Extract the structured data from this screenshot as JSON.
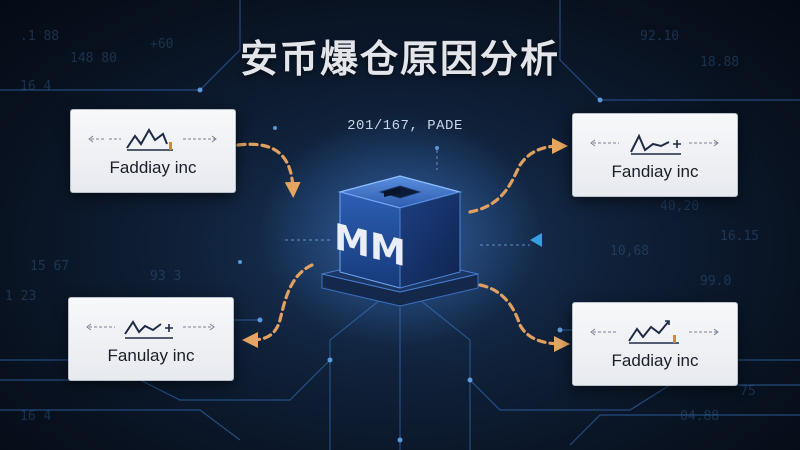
{
  "title": "安币爆仓原因分析",
  "center_caption": "201/167, PADE",
  "cube_logo": "MM",
  "cards": [
    {
      "name": "Faddiay inc",
      "chart_icon": "line-chart-icon"
    },
    {
      "name": "Fandiay inc",
      "chart_icon": "line-chart-icon"
    },
    {
      "name": "Fanulay inc",
      "chart_icon": "line-chart-icon"
    },
    {
      "name": "Faddiay inc",
      "chart_icon": "line-chart-icon"
    }
  ],
  "colors": {
    "arrow": "#e0a060",
    "cube": "#2a55a8",
    "glow": "#4aa8ff",
    "card_bg": "#f3f4f6"
  }
}
